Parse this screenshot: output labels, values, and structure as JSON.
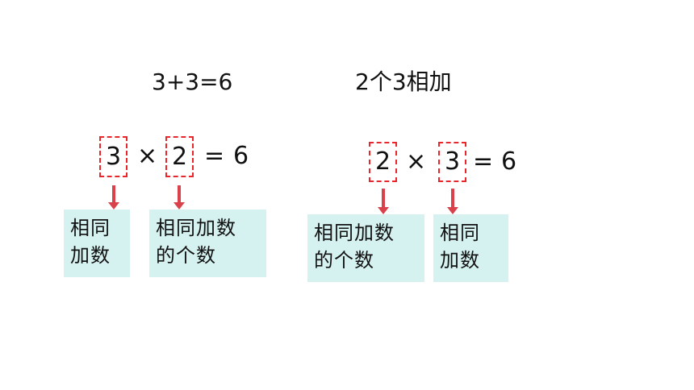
{
  "left": {
    "heading": "3+3=6",
    "factor1": "3",
    "times": "×",
    "factor2": "2",
    "equals": "=",
    "product": "6",
    "label1": {
      "line1": "相同",
      "line2": "加数"
    },
    "label2": {
      "line1": "相同加数",
      "line2": "的个数"
    }
  },
  "right": {
    "heading": "2个3相加",
    "factor1": "2",
    "times": "×",
    "factor2": "3",
    "equals": "=",
    "product": "6",
    "label1": {
      "line1": "相同加数",
      "line2": "的个数"
    },
    "label2": {
      "line1": "相同",
      "line2": "加数"
    }
  },
  "colors": {
    "dashed_box": "#e8262c",
    "arrow": "#d9414b",
    "label_bg": "#d5f1f0"
  }
}
